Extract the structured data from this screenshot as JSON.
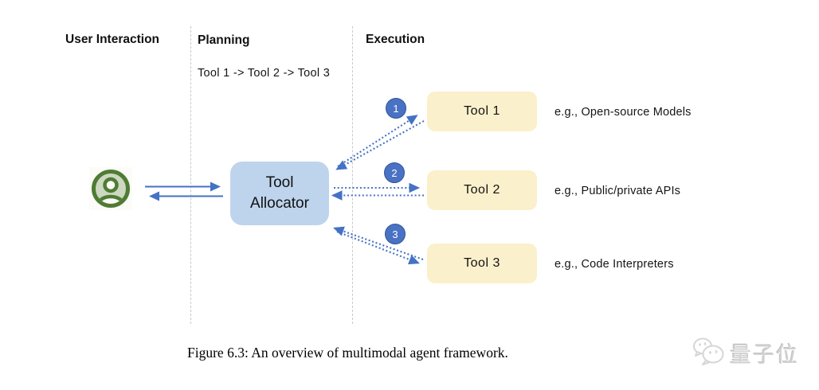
{
  "lanes": {
    "user_interaction": "User Interaction",
    "planning": "Planning",
    "execution": "Execution"
  },
  "plan_text": "Tool 1 -> Tool 2 -> Tool 3",
  "allocator": {
    "line1": "Tool",
    "line2": "Allocator"
  },
  "tools": [
    {
      "step": "1",
      "label": "Tool 1",
      "example": "e.g., Open-source Models"
    },
    {
      "step": "2",
      "label": "Tool 2",
      "example": "e.g., Public/private APIs"
    },
    {
      "step": "3",
      "label": "Tool 3",
      "example": "e.g., Code Interpreters"
    }
  ],
  "caption": "Figure 6.3: An overview of multimodal agent framework.",
  "watermark": "量子位",
  "icons": {
    "user": "user-avatar-icon",
    "watermark": "chat-bubbles-icon"
  },
  "colors": {
    "arrow_blue": "#4472c4",
    "step_circle_fill": "#4a72c4",
    "step_circle_border": "#2f5597",
    "allocator_fill": "#bdd4ec",
    "tool_box_fill": "#fbf0cc",
    "separator_gray": "#c9c9c9",
    "user_icon_green": "#4e7c33",
    "user_icon_green_light": "#ccd8c0",
    "watermark_gray": "#d2d2d2"
  }
}
